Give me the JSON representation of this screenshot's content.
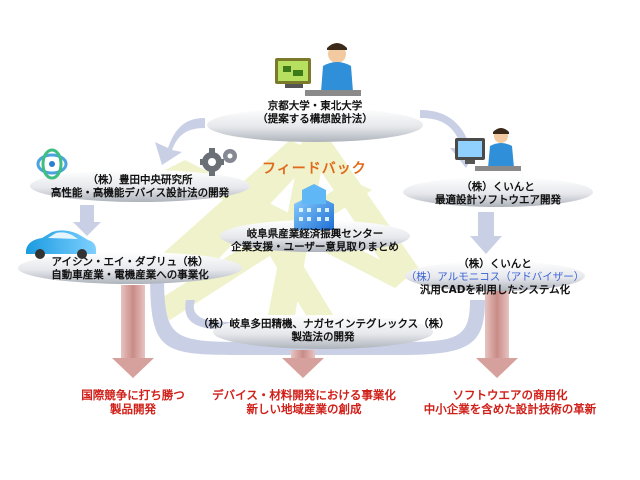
{
  "top_node": {
    "line1": "京都大学・東北大学",
    "line2": "（提案する構想設計法）"
  },
  "feedback_label": "フィードバック",
  "toyoda_node": {
    "line1": "（株）豊田中央研究所",
    "line2": "高性能・高機能デバイス設計法の開発"
  },
  "kuinto_top_node": {
    "line1": "（株）くいんと",
    "line2": "最適設計ソフトウエア開発"
  },
  "center_node": {
    "line1": "岐阜県産業経済振興センター",
    "line2": "企業支援・ユーザー意見取りまとめ"
  },
  "aisin_node": {
    "line1": "アイシン・エイ・ダブリュ（株）",
    "line2": "自動車産業・電機産業への事業化"
  },
  "kuinto_right_node": {
    "line1": "（株）くいんと",
    "line2": "（株）アルモニコス（アドバイザー）",
    "line3": "汎用CADを利用したシステム化"
  },
  "tada_node": {
    "line1": "（株）岐阜多田精機、ナガセインテグレックス（株）",
    "line2": "製造法の開発"
  },
  "outcomes": [
    {
      "line1": "国際競争に打ち勝つ",
      "line2": "製品開発"
    },
    {
      "line1": "デバイス・材料開発における事業化",
      "line2": "新しい地域産業の創成"
    },
    {
      "line1": "ソフトウエアの商用化",
      "line2": "中小企業を含めた設計技術の革新"
    }
  ],
  "colors": {
    "arrow_blue": "#c9d0e6",
    "arrow_red": "#d9a6a2",
    "ray_yellow": "#eef0c4",
    "ellipse_top": "#ffffff",
    "ellipse_bottom": "#b8bcc4",
    "outcome_text": "#d0201a",
    "feedback_text": "#e06a1a",
    "adviser_text": "#3a63d8"
  },
  "icons": [
    "person-at-computer-icon",
    "molecule-icon",
    "gear-icon",
    "car-icon",
    "building-icon"
  ]
}
